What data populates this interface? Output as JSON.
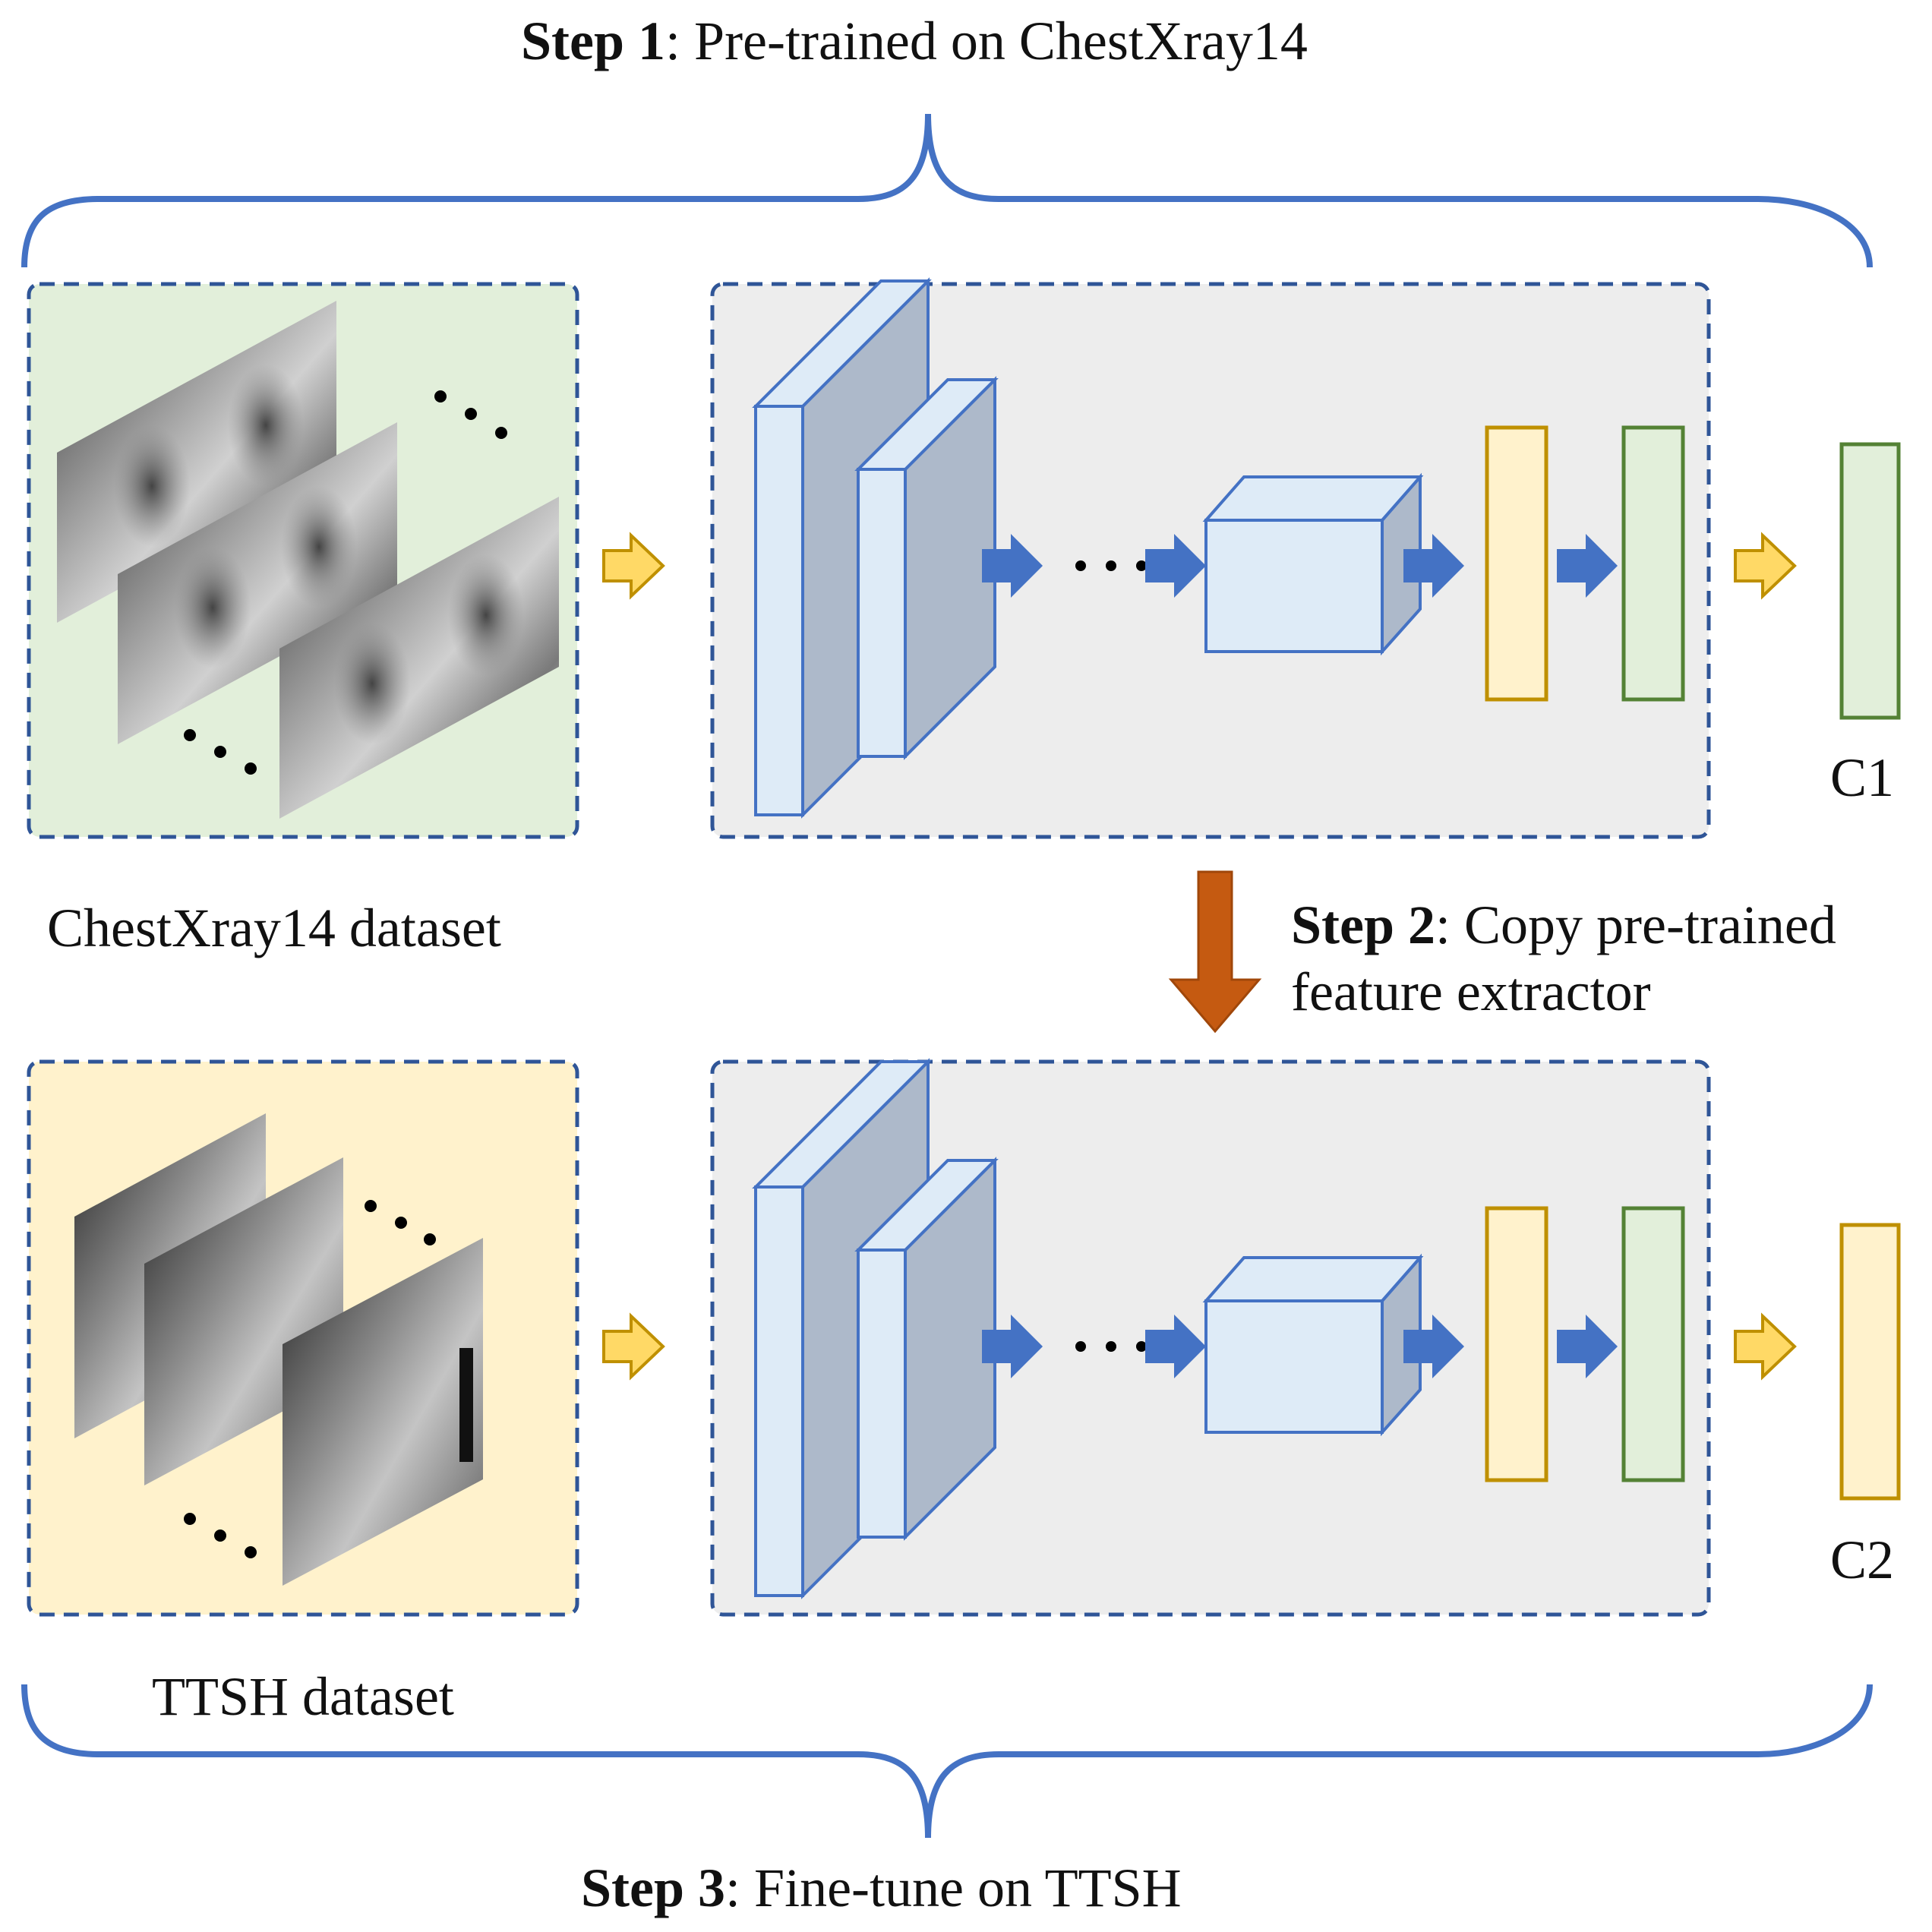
{
  "step1": {
    "bold": "Step 1",
    "rest": ": Pre-trained on ChestXray14"
  },
  "step2": {
    "bold": "Step 2",
    "rest": ": Copy pre-trained",
    "line2": "feature extractor"
  },
  "step3": {
    "bold": "Step 3",
    "rest": ": Fine-tune on TTSH"
  },
  "datasets": {
    "top_label": "ChestXray14 dataset",
    "bottom_label": "TTSH dataset"
  },
  "classifiers": {
    "top": "C1",
    "bottom": "C2"
  },
  "colors": {
    "brace": "#4472c4",
    "dash_border": "#2f5597",
    "green_panel": "#e2efda",
    "yellow_panel": "#fff2cc",
    "gray_panel": "#ededed",
    "conv_front": "#deebf7",
    "conv_side": "#adb9ca",
    "blue_arrow": "#4472c4",
    "yellow_arrow": "#ffd966",
    "yellow_block": "#fff2cc",
    "yellow_block_border": "#bf9000",
    "green_block": "#e2efda",
    "green_block_border": "#548235",
    "copy_arrow": "#c55a11"
  }
}
